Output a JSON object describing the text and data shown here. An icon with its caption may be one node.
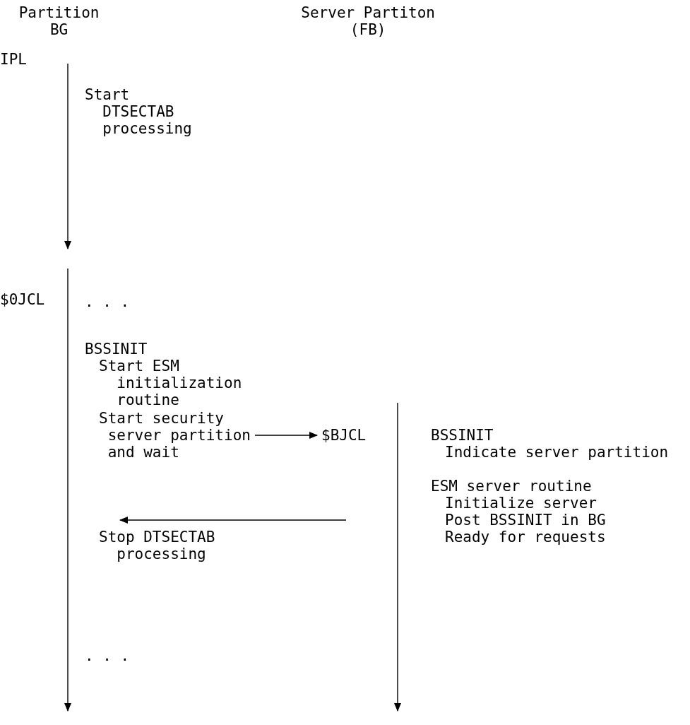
{
  "diagram": {
    "nodes": [
      {
        "text": [
          "Start security server partition and wait"
        ]
      },
      {
        "text": [
          "$BJCL"
        ]
      },
      {
        "text": [
          "ESM server routine",
          "Initialize server",
          "Post BSSINIT in BG",
          "Ready for requests"
        ]
      },
      {
        "text": [
          "Stop DTSECTAB processing"
        ]
      }
    ],
    "edges": [
      {
        "from": 0,
        "to": 1,
        "arrow": "to"
      },
      {
        "from": null,
        "to": 3,
        "arrow": "to"
      }
    ],
    "labels": [
      "Partition BG",
      "Server Partiton (FB)",
      "IPL",
      "Start DTSECTAB processing",
      "$0JCL",
      ". . .",
      "BSSINIT",
      "Start ESM initialization routine",
      "BSSINIT",
      "Indicate server partition",
      ". . ."
    ]
  }
}
